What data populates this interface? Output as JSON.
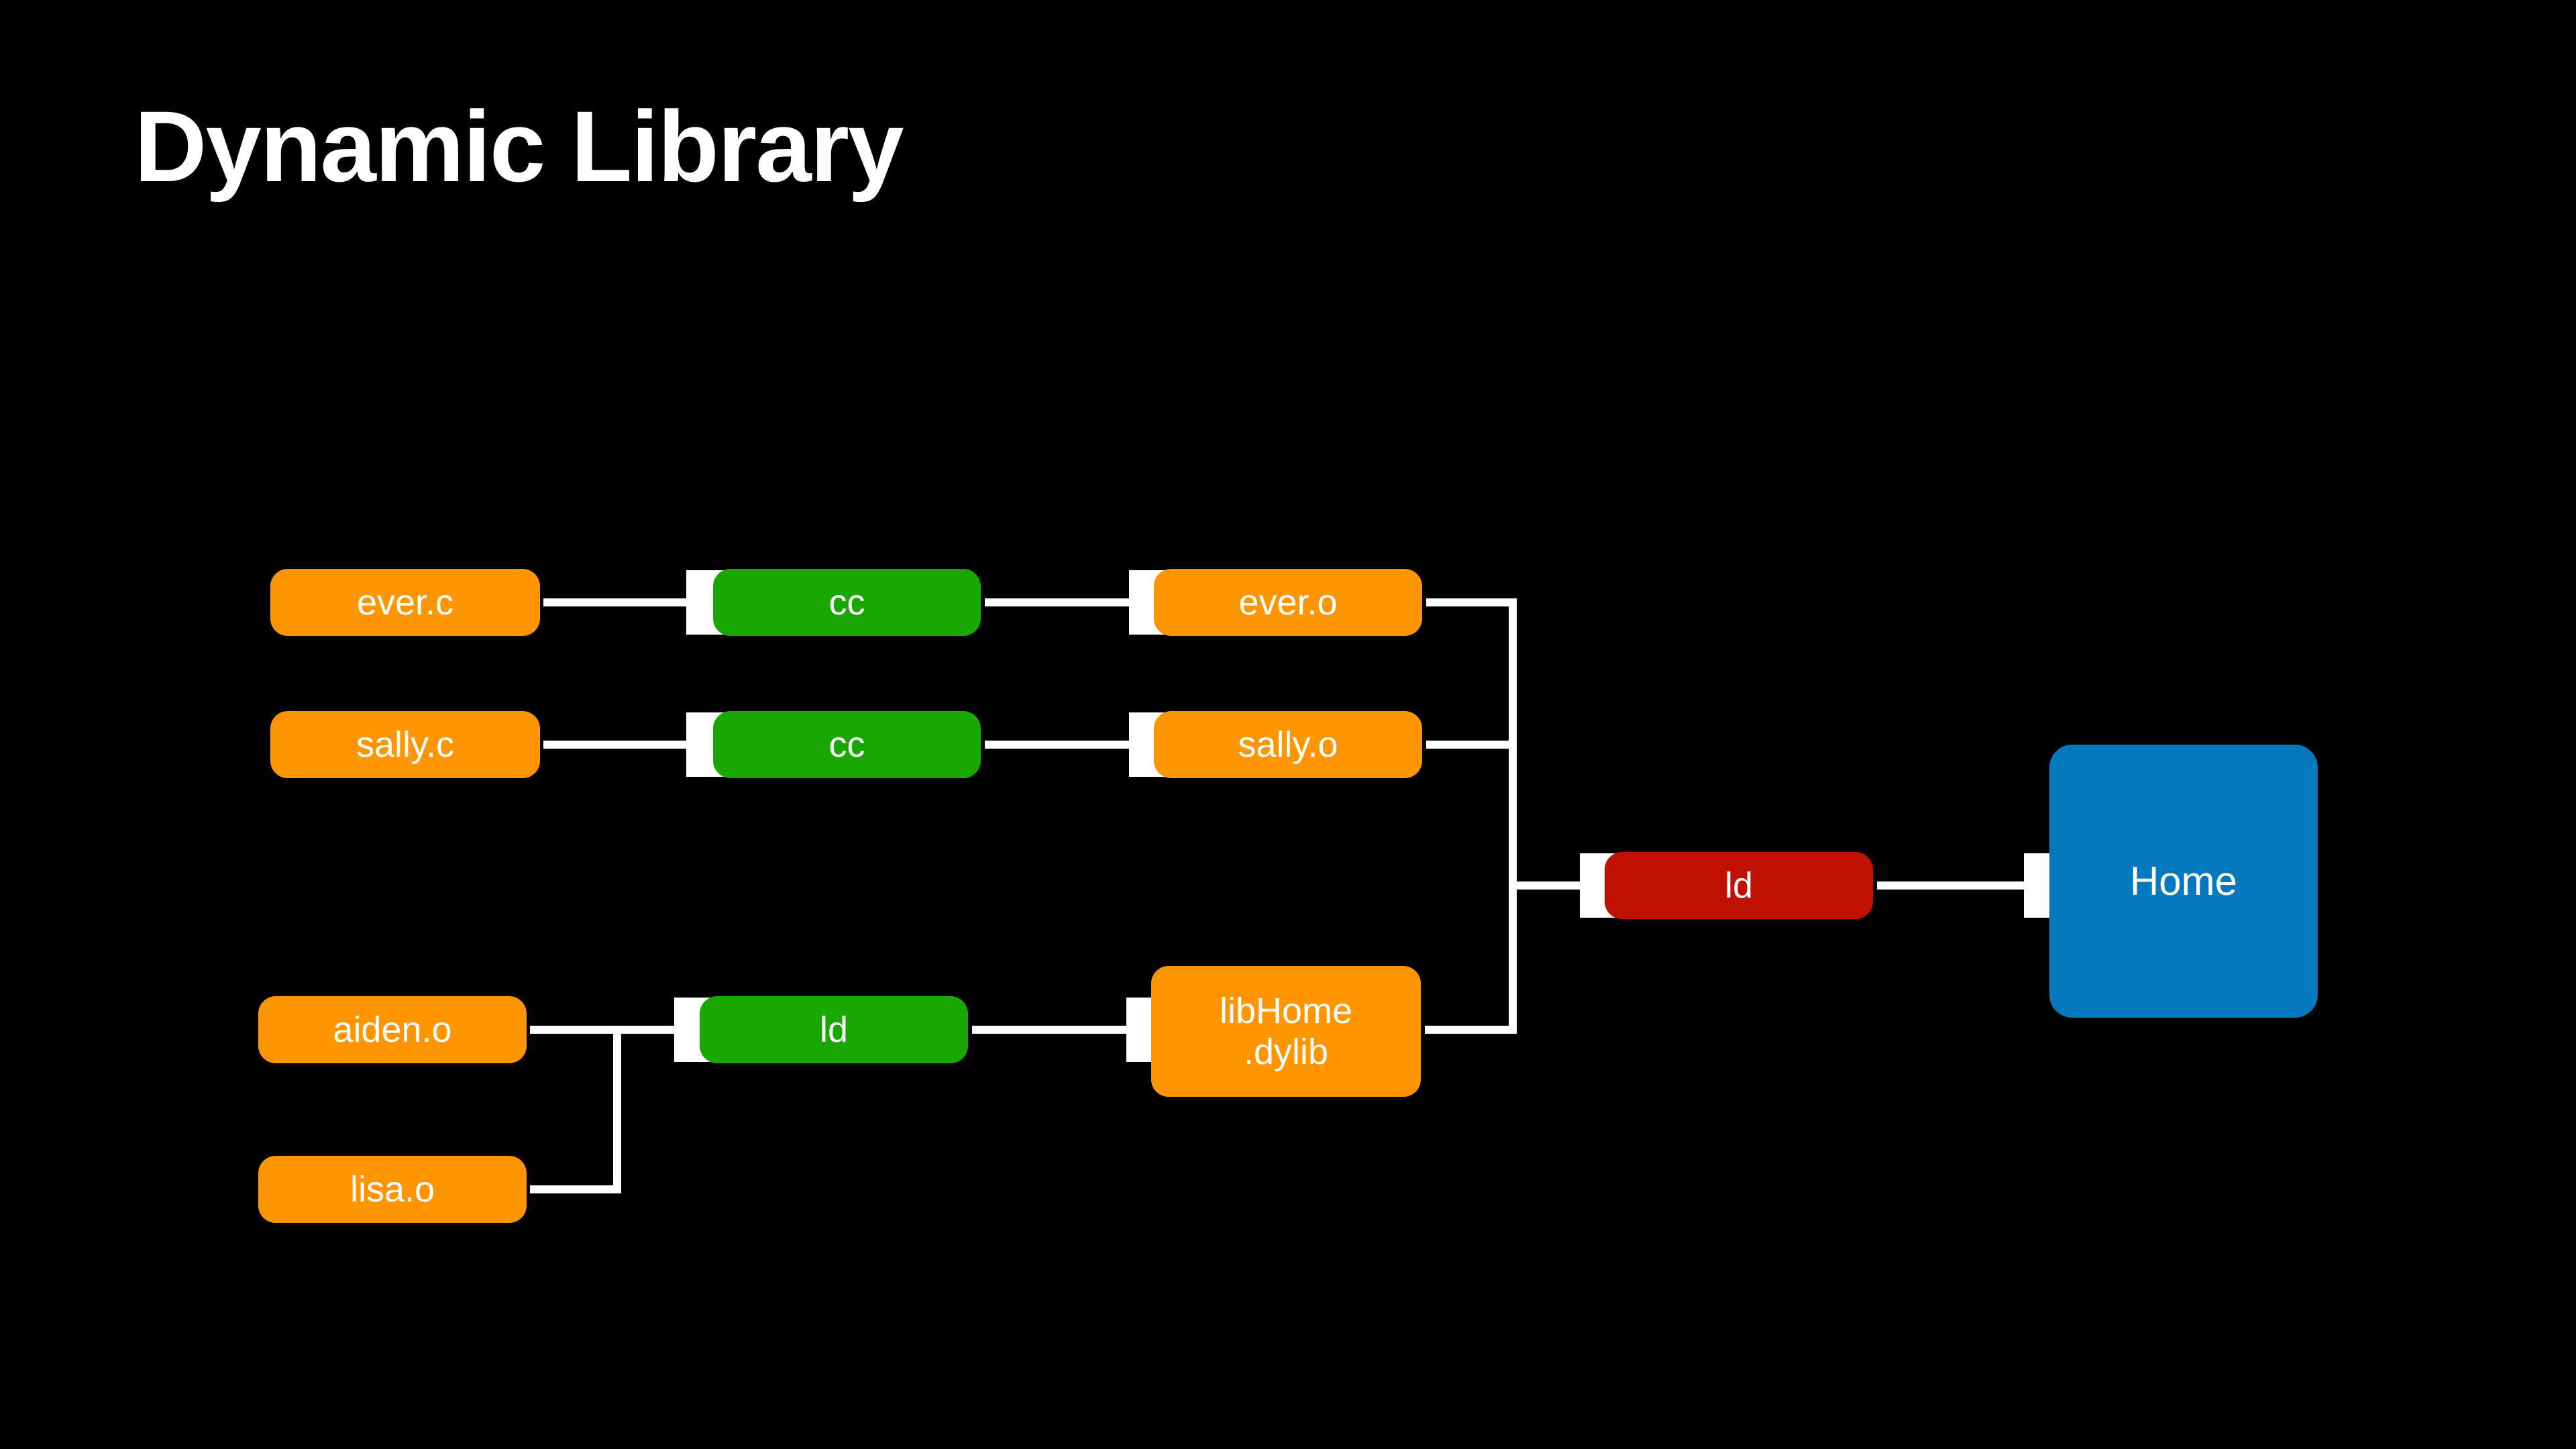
{
  "slide": {
    "title": "Dynamic Library",
    "background_color": "#000000",
    "title_color": "#ffffff"
  },
  "palette": {
    "orange": "#ff9500",
    "green": "#19a802",
    "red": "#c01000",
    "blue": "#0579be",
    "connector": "#ffffff"
  },
  "nodes": {
    "ever_c": {
      "label": "ever.c",
      "kind": "source-file",
      "color": "#ff9500"
    },
    "cc_ever": {
      "label": "cc",
      "kind": "compiler",
      "color": "#19a802"
    },
    "ever_o": {
      "label": "ever.o",
      "kind": "object-file",
      "color": "#ff9500"
    },
    "sally_c": {
      "label": "sally.c",
      "kind": "source-file",
      "color": "#ff9500"
    },
    "cc_sally": {
      "label": "cc",
      "kind": "compiler",
      "color": "#19a802"
    },
    "sally_o": {
      "label": "sally.o",
      "kind": "object-file",
      "color": "#ff9500"
    },
    "aiden_o": {
      "label": "aiden.o",
      "kind": "object-file",
      "color": "#ff9500"
    },
    "lisa_o": {
      "label": "lisa.o",
      "kind": "object-file",
      "color": "#ff9500"
    },
    "ld_lib": {
      "label": "ld",
      "kind": "linker",
      "color": "#19a802"
    },
    "libhome": {
      "label_line1": "libHome",
      "label_line2": ".dylib",
      "kind": "dynamic-library",
      "color": "#ff9500"
    },
    "ld_final": {
      "label": "ld",
      "kind": "linker",
      "color": "#c01000"
    },
    "home": {
      "label": "Home",
      "kind": "executable",
      "color": "#0579be"
    }
  },
  "edges": [
    {
      "from": "ever_c",
      "to": "cc_ever",
      "style": "arrow"
    },
    {
      "from": "cc_ever",
      "to": "ever_o",
      "style": "arrow"
    },
    {
      "from": "sally_c",
      "to": "cc_sally",
      "style": "arrow"
    },
    {
      "from": "cc_sally",
      "to": "sally_o",
      "style": "arrow"
    },
    {
      "from": "aiden_o",
      "to": "ld_lib",
      "style": "arrow"
    },
    {
      "from": "lisa_o",
      "to": "ld_lib",
      "style": "elbow-merge"
    },
    {
      "from": "ld_lib",
      "to": "libhome",
      "style": "arrow"
    },
    {
      "from": "ever_o",
      "to": "ld_final",
      "style": "bus-merge"
    },
    {
      "from": "sally_o",
      "to": "ld_final",
      "style": "bus-merge"
    },
    {
      "from": "libhome",
      "to": "ld_final",
      "style": "bus-merge"
    },
    {
      "from": "ld_final",
      "to": "home",
      "style": "arrow"
    }
  ]
}
